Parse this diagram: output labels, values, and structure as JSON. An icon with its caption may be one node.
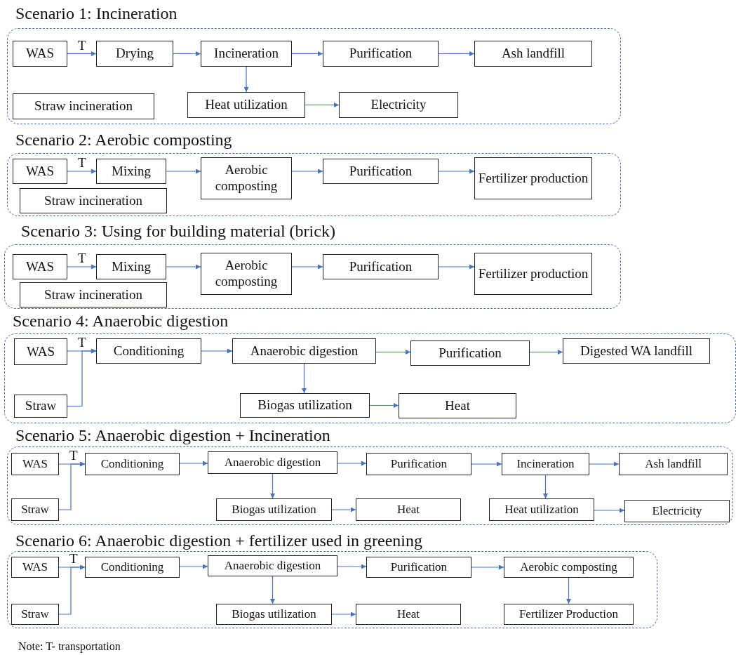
{
  "diagram": {
    "nodes": [
      {
        "text": [
          "Scenario 1: Incineration"
        ]
      },
      {
        "text": [
          "WAS"
        ],
        "in": 0
      },
      {
        "text": [
          "Drying"
        ],
        "in": 0
      },
      {
        "text": [
          "Incineration"
        ],
        "in": 0
      },
      {
        "text": [
          "Purification"
        ],
        "in": 0
      },
      {
        "text": [
          "Ash landfill"
        ],
        "in": 0
      },
      {
        "text": [
          "Straw incineration"
        ],
        "in": 0
      },
      {
        "text": [
          "Heat utilization"
        ],
        "in": 0
      },
      {
        "text": [
          "Electricity"
        ],
        "in": 0
      },
      {
        "text": [
          "Scenario 2: Aerobic composting"
        ]
      },
      {
        "text": [
          "WAS"
        ],
        "in": 9
      },
      {
        "text": [
          "Mixing"
        ],
        "in": 9
      },
      {
        "text": [
          "Aerobic composting"
        ],
        "in": 9
      },
      {
        "text": [
          "Purification"
        ],
        "in": 9
      },
      {
        "text": [
          "Fertilizer production"
        ],
        "in": 9
      },
      {
        "text": [
          "Straw incineration"
        ],
        "in": 9
      },
      {
        "text": [
          "Scenario 3: Using for building material (brick)"
        ]
      },
      {
        "text": [
          "WAS"
        ],
        "in": 16
      },
      {
        "text": [
          "Mixing"
        ],
        "in": 16
      },
      {
        "text": [
          "Aerobic composting"
        ],
        "in": 16
      },
      {
        "text": [
          "Purification"
        ],
        "in": 16
      },
      {
        "text": [
          "Fertilizer production"
        ],
        "in": 16
      },
      {
        "text": [
          "Straw incineration"
        ],
        "in": 16
      },
      {
        "text": [
          "Scenario 4: Anaerobic digestion"
        ]
      },
      {
        "text": [
          "WAS"
        ],
        "in": 23
      },
      {
        "text": [
          "Conditioning"
        ],
        "in": 23
      },
      {
        "text": [
          "Anaerobic digestion"
        ],
        "in": 23
      },
      {
        "text": [
          "Purification"
        ],
        "in": 23
      },
      {
        "text": [
          "Digested WA landfill"
        ],
        "in": 23
      },
      {
        "text": [
          "Straw"
        ],
        "in": 23
      },
      {
        "text": [
          "Biogas utilization"
        ],
        "in": 23
      },
      {
        "text": [
          "Heat"
        ],
        "in": 23
      },
      {
        "text": [
          "Scenario 5: Anaerobic digestion + Incineration"
        ]
      },
      {
        "text": [
          "WAS"
        ],
        "in": 32
      },
      {
        "text": [
          "Conditioning"
        ],
        "in": 32
      },
      {
        "text": [
          "Anaerobic digestion"
        ],
        "in": 32
      },
      {
        "text": [
          "Purification"
        ],
        "in": 32
      },
      {
        "text": [
          "Incineration"
        ],
        "in": 32
      },
      {
        "text": [
          "Ash landfill"
        ],
        "in": 32
      },
      {
        "text": [
          "Straw"
        ],
        "in": 32
      },
      {
        "text": [
          "Biogas utilization"
        ],
        "in": 32
      },
      {
        "text": [
          "Heat"
        ],
        "in": 32
      },
      {
        "text": [
          "Heat utilization"
        ],
        "in": 32
      },
      {
        "text": [
          "Electricity"
        ],
        "in": 32
      },
      {
        "text": [
          "Scenario 6: Anaerobic digestion + fertilizer used in greening"
        ]
      },
      {
        "text": [
          "WAS"
        ],
        "in": 44
      },
      {
        "text": [
          "Conditioning"
        ],
        "in": 44
      },
      {
        "text": [
          "Anaerobic digestion"
        ],
        "in": 44
      },
      {
        "text": [
          "Purification"
        ],
        "in": 44
      },
      {
        "text": [
          "Aerobic composting"
        ],
        "in": 44
      },
      {
        "text": [
          "Straw"
        ],
        "in": 44
      },
      {
        "text": [
          "Biogas utilization"
        ],
        "in": 44
      },
      {
        "text": [
          "Heat"
        ],
        "in": 44
      },
      {
        "text": [
          "Fertilizer Production"
        ],
        "in": 44
      }
    ],
    "edges": [
      {
        "from": 1,
        "to": 2,
        "arrow": "to",
        "label": "T"
      },
      {
        "from": 2,
        "to": 3,
        "arrow": "to"
      },
      {
        "from": 3,
        "to": 4,
        "arrow": "to"
      },
      {
        "from": 4,
        "to": 5,
        "arrow": "to"
      },
      {
        "from": 3,
        "to": 7,
        "arrow": "to"
      },
      {
        "from": 7,
        "to": 8,
        "arrow": "to"
      },
      {
        "from": 10,
        "to": 11,
        "arrow": "to",
        "label": "T"
      },
      {
        "from": 11,
        "to": 12,
        "arrow": "to"
      },
      {
        "from": 12,
        "to": 13,
        "arrow": "to"
      },
      {
        "from": 13,
        "to": 14,
        "arrow": "to"
      },
      {
        "from": 17,
        "to": 18,
        "arrow": "to",
        "label": "T"
      },
      {
        "from": 18,
        "to": 19,
        "arrow": "to"
      },
      {
        "from": 19,
        "to": 20,
        "arrow": "to"
      },
      {
        "from": 20,
        "to": 21,
        "arrow": "to"
      },
      {
        "from": 24,
        "to": 25,
        "arrow": "to",
        "label": "T"
      },
      {
        "from": 29,
        "to": 25,
        "arrow": "to"
      },
      {
        "from": 25,
        "to": 26,
        "arrow": "to"
      },
      {
        "from": 26,
        "to": 27,
        "arrow": "to"
      },
      {
        "from": 27,
        "to": 28,
        "arrow": "to"
      },
      {
        "from": 26,
        "to": 30,
        "arrow": "to"
      },
      {
        "from": 30,
        "to": 31,
        "arrow": "to"
      },
      {
        "from": 33,
        "to": 34,
        "arrow": "to",
        "label": "T"
      },
      {
        "from": 39,
        "to": 34,
        "arrow": "to"
      },
      {
        "from": 34,
        "to": 35,
        "arrow": "to"
      },
      {
        "from": 35,
        "to": 36,
        "arrow": "to"
      },
      {
        "from": 36,
        "to": 37,
        "arrow": "to"
      },
      {
        "from": 37,
        "to": 38,
        "arrow": "to"
      },
      {
        "from": 35,
        "to": 40,
        "arrow": "to"
      },
      {
        "from": 40,
        "to": 41,
        "arrow": "to"
      },
      {
        "from": 37,
        "to": 42,
        "arrow": "to"
      },
      {
        "from": 42,
        "to": 43,
        "arrow": "to"
      },
      {
        "from": 45,
        "to": 46,
        "arrow": "to",
        "label": "T"
      },
      {
        "from": 50,
        "to": 46,
        "arrow": "to"
      },
      {
        "from": 46,
        "to": 47,
        "arrow": "to"
      },
      {
        "from": 47,
        "to": 48,
        "arrow": "to"
      },
      {
        "from": 48,
        "to": 49,
        "arrow": "to"
      },
      {
        "from": 49,
        "to": 53,
        "arrow": "to"
      },
      {
        "from": 47,
        "to": 51,
        "arrow": "to"
      },
      {
        "from": 51,
        "to": 52,
        "arrow": "to"
      }
    ],
    "labels": [
      "Note: T- transportation"
    ]
  }
}
